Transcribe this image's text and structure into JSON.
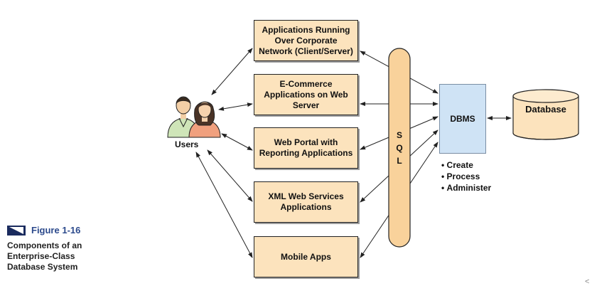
{
  "apps": [
    {
      "label": "Applications Running Over Corporate Network (Client/Server)"
    },
    {
      "label": "E-Commerce Applications on Web Server"
    },
    {
      "label": "Web Portal with Reporting Applications"
    },
    {
      "label": "XML Web Services Applications"
    },
    {
      "label": "Mobile Apps"
    }
  ],
  "users_label": "Users",
  "sql_letters": [
    "S",
    "Q",
    "L"
  ],
  "dbms_label": "DBMS",
  "database_label": "Database",
  "dbms_functions": [
    "Create",
    "Process",
    "Administer"
  ],
  "figure": {
    "number": "Figure 1-16",
    "caption": "Components of an Enterprise-Class Database System"
  },
  "edge_glyph": "<",
  "colors": {
    "app_fill": "#fce3bd",
    "sql_fill": "#f9d29b",
    "dbms_fill": "#cfe3f5",
    "database_fill": "#fce3bd",
    "figure_number": "#2c4a8c",
    "figure_icon": "#1a2b5e"
  },
  "icons": [
    "users-icon",
    "figure-icon"
  ]
}
